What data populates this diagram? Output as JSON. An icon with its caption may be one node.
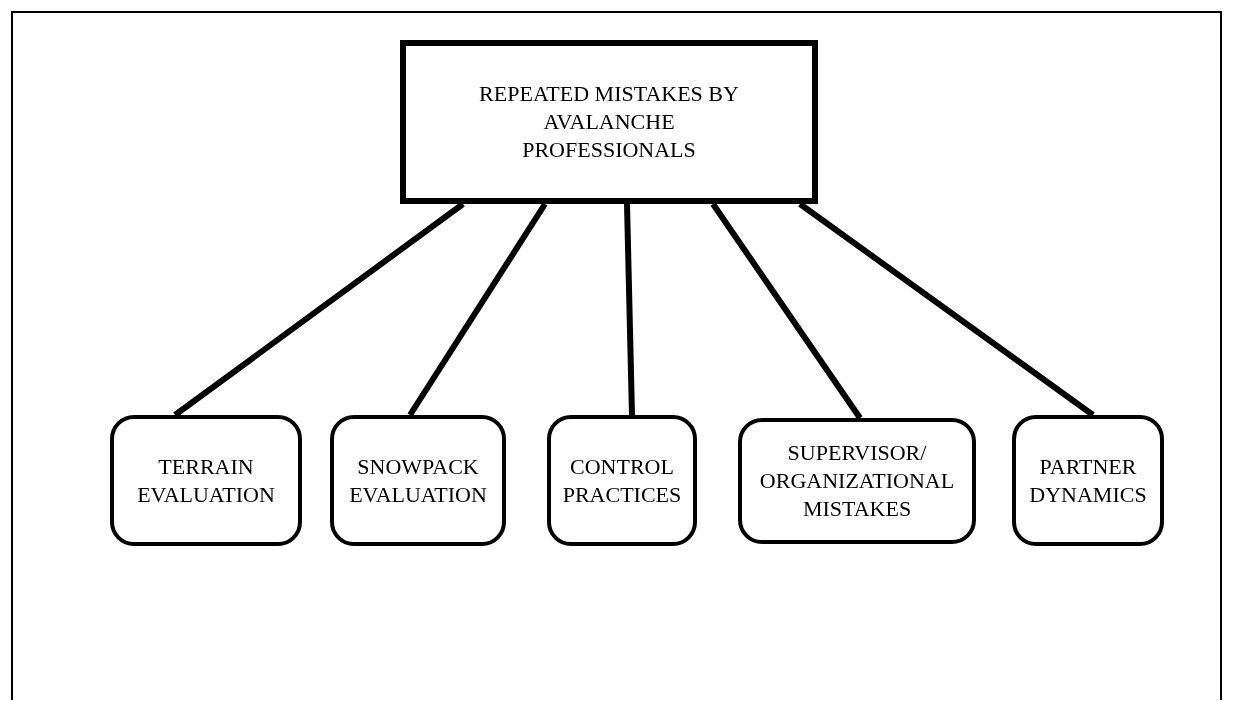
{
  "diagram": {
    "nodes": [
      {
        "text": [
          "REPEATED MISTAKES BY AVALANCHE PROFESSIONALS"
        ]
      },
      {
        "text": [
          "TERRAIN EVALUATION"
        ]
      },
      {
        "text": [
          "SNOWPACK EVALUATION"
        ]
      },
      {
        "text": [
          "CONTROL PRACTICES"
        ]
      },
      {
        "text": [
          "SUPERVISOR/ ORGANIZATIONAL MISTAKES"
        ]
      },
      {
        "text": [
          "PARTNER DYNAMICS"
        ]
      }
    ],
    "edges": [
      {
        "from": 0,
        "to": 1,
        "arrow": "none"
      },
      {
        "from": 0,
        "to": 2,
        "arrow": "none"
      },
      {
        "from": 0,
        "to": 3,
        "arrow": "none"
      },
      {
        "from": 0,
        "to": 4,
        "arrow": "none"
      },
      {
        "from": 0,
        "to": 5,
        "arrow": "none"
      }
    ]
  }
}
